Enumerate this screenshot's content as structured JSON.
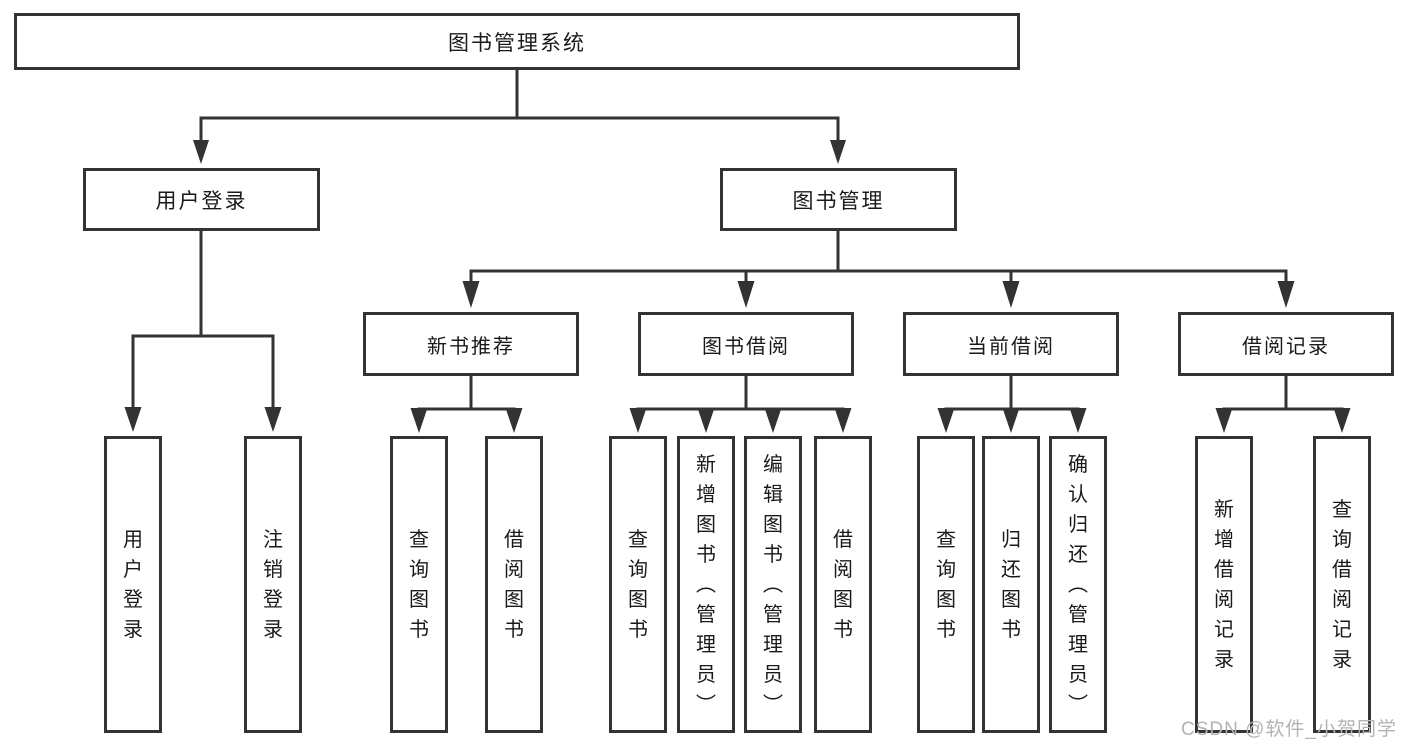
{
  "colors": {
    "line": "#333333",
    "text": "#1a1a1a",
    "background": "#ffffff",
    "watermark": "#b3b3b3"
  },
  "watermark": "CSDN @软件_小贺同学",
  "tree": {
    "root": {
      "label": "图书管理系统"
    },
    "level2": [
      {
        "label": "用户登录"
      },
      {
        "label": "图书管理"
      }
    ],
    "level3": [
      {
        "label": "新书推荐",
        "parent": "图书管理"
      },
      {
        "label": "图书借阅",
        "parent": "图书管理"
      },
      {
        "label": "当前借阅",
        "parent": "图书管理"
      },
      {
        "label": "借阅记录",
        "parent": "图书管理"
      }
    ],
    "leaves": [
      {
        "label": "用户登录",
        "parent": "用户登录"
      },
      {
        "label": "注销登录",
        "parent": "用户登录"
      },
      {
        "label": "查询图书",
        "parent": "新书推荐"
      },
      {
        "label": "借阅图书",
        "parent": "新书推荐"
      },
      {
        "label": "查询图书",
        "parent": "图书借阅"
      },
      {
        "label": "新增图书（管理员）",
        "parent": "图书借阅"
      },
      {
        "label": "编辑图书（管理员）",
        "parent": "图书借阅"
      },
      {
        "label": "借阅图书",
        "parent": "图书借阅"
      },
      {
        "label": "查询图书",
        "parent": "当前借阅"
      },
      {
        "label": "归还图书",
        "parent": "当前借阅"
      },
      {
        "label": "确认归还（管理员）",
        "parent": "当前借阅"
      },
      {
        "label": "新增借阅记录",
        "parent": "借阅记录"
      },
      {
        "label": "查询借阅记录",
        "parent": "借阅记录"
      }
    ]
  }
}
